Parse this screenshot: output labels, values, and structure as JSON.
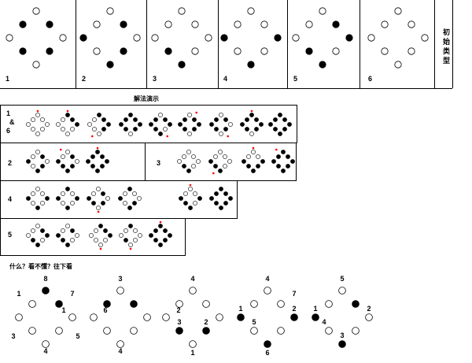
{
  "side_label": "初始类型",
  "section_title": "解法演示",
  "question": "什么？看不懂？往下看",
  "top_panels": [
    {
      "label": "1",
      "filled": [
        1,
        3,
        5,
        7
      ]
    },
    {
      "label": "2",
      "filled": [
        1,
        3,
        4,
        6
      ]
    },
    {
      "label": "3",
      "filled": [
        4,
        5
      ]
    },
    {
      "label": "4",
      "filled": [
        2,
        4,
        6
      ]
    },
    {
      "label": "5",
      "filled": [
        1,
        2,
        4,
        5
      ]
    },
    {
      "label": "6",
      "filled": []
    }
  ],
  "demo_rows": [
    {
      "label": "1\n&\n6"
    },
    {
      "label": "2"
    },
    {
      "label": "3"
    },
    {
      "label": "4"
    },
    {
      "label": "5"
    }
  ],
  "bottom_figures": [
    {
      "nums": [
        "8",
        "7",
        "6",
        "5",
        "4",
        "3",
        "2",
        "1"
      ]
    },
    {
      "nums": [
        "3",
        "2",
        "4",
        "1"
      ]
    },
    {
      "nums": [
        "4",
        "2",
        "1",
        "3"
      ]
    },
    {
      "nums": [
        "4",
        "7",
        "2",
        "6",
        "5",
        "1"
      ]
    },
    {
      "nums": [
        "5",
        "2",
        "3",
        "4",
        "1"
      ]
    }
  ],
  "colors": {
    "marker": "#ff0000",
    "line": "#000000"
  }
}
